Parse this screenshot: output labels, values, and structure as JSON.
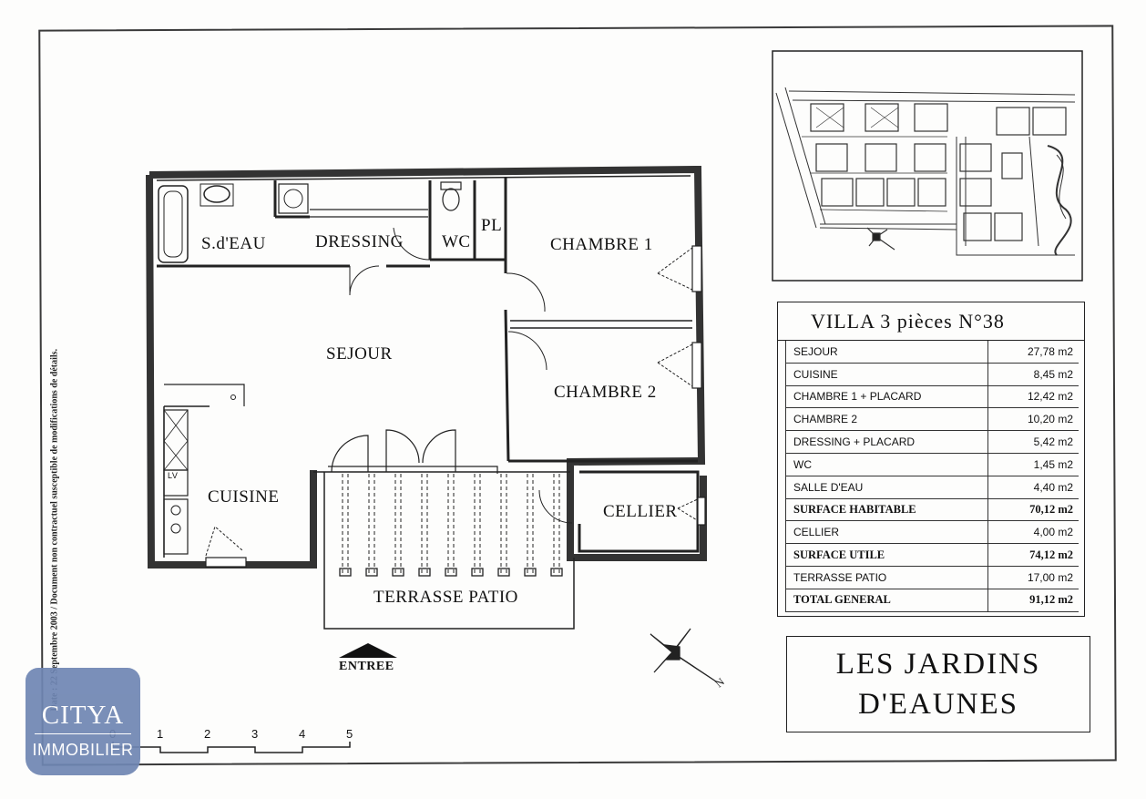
{
  "plan": {
    "rooms": {
      "s_deau": "S.d'EAU",
      "dressing": "DRESSING",
      "wc": "WC",
      "pl": "PL",
      "chambre1": "CHAMBRE 1",
      "chambre2": "CHAMBRE 2",
      "sejour": "SEJOUR",
      "cuisine": "CUISINE",
      "cellier": "CELLIER",
      "terrasse": "TERRASSE PATIO",
      "lv": "LV"
    },
    "entree": "ENTREE",
    "compass_letter": "N",
    "side_note": "Date : 22 Septembre 2003 / Document non contractuel susceptible de modifications de détails.",
    "scale": [
      "0",
      "1",
      "2",
      "3",
      "4",
      "5"
    ]
  },
  "areas": {
    "title": "VILLA 3 pièces N°38",
    "rows": [
      {
        "name": "SEJOUR",
        "value": "27,78 m2",
        "bold": false
      },
      {
        "name": "CUISINE",
        "value": "8,45 m2",
        "bold": false
      },
      {
        "name": "CHAMBRE 1 + PLACARD",
        "value": "12,42 m2",
        "bold": false
      },
      {
        "name": "CHAMBRE 2",
        "value": "10,20 m2",
        "bold": false
      },
      {
        "name": "DRESSING + PLACARD",
        "value": "5,42 m2",
        "bold": false
      },
      {
        "name": "WC",
        "value": "1,45 m2",
        "bold": false
      },
      {
        "name": "SALLE D'EAU",
        "value": "4,40 m2",
        "bold": false
      },
      {
        "name": "SURFACE HABITABLE",
        "value": "70,12 m2",
        "bold": true
      },
      {
        "name": "CELLIER",
        "value": "4,00 m2",
        "bold": false
      },
      {
        "name": "SURFACE UTILE",
        "value": "74,12 m2",
        "bold": true
      },
      {
        "name": "TERRASSE PATIO",
        "value": "17,00 m2",
        "bold": false
      },
      {
        "name": "TOTAL GENERAL",
        "value": "91,12 m2",
        "bold": true
      }
    ]
  },
  "project": {
    "line1": "LES JARDINS",
    "line2": "D'EAUNES"
  },
  "logo": {
    "brand": "CITYA",
    "sub": "IMMOBILIER"
  }
}
